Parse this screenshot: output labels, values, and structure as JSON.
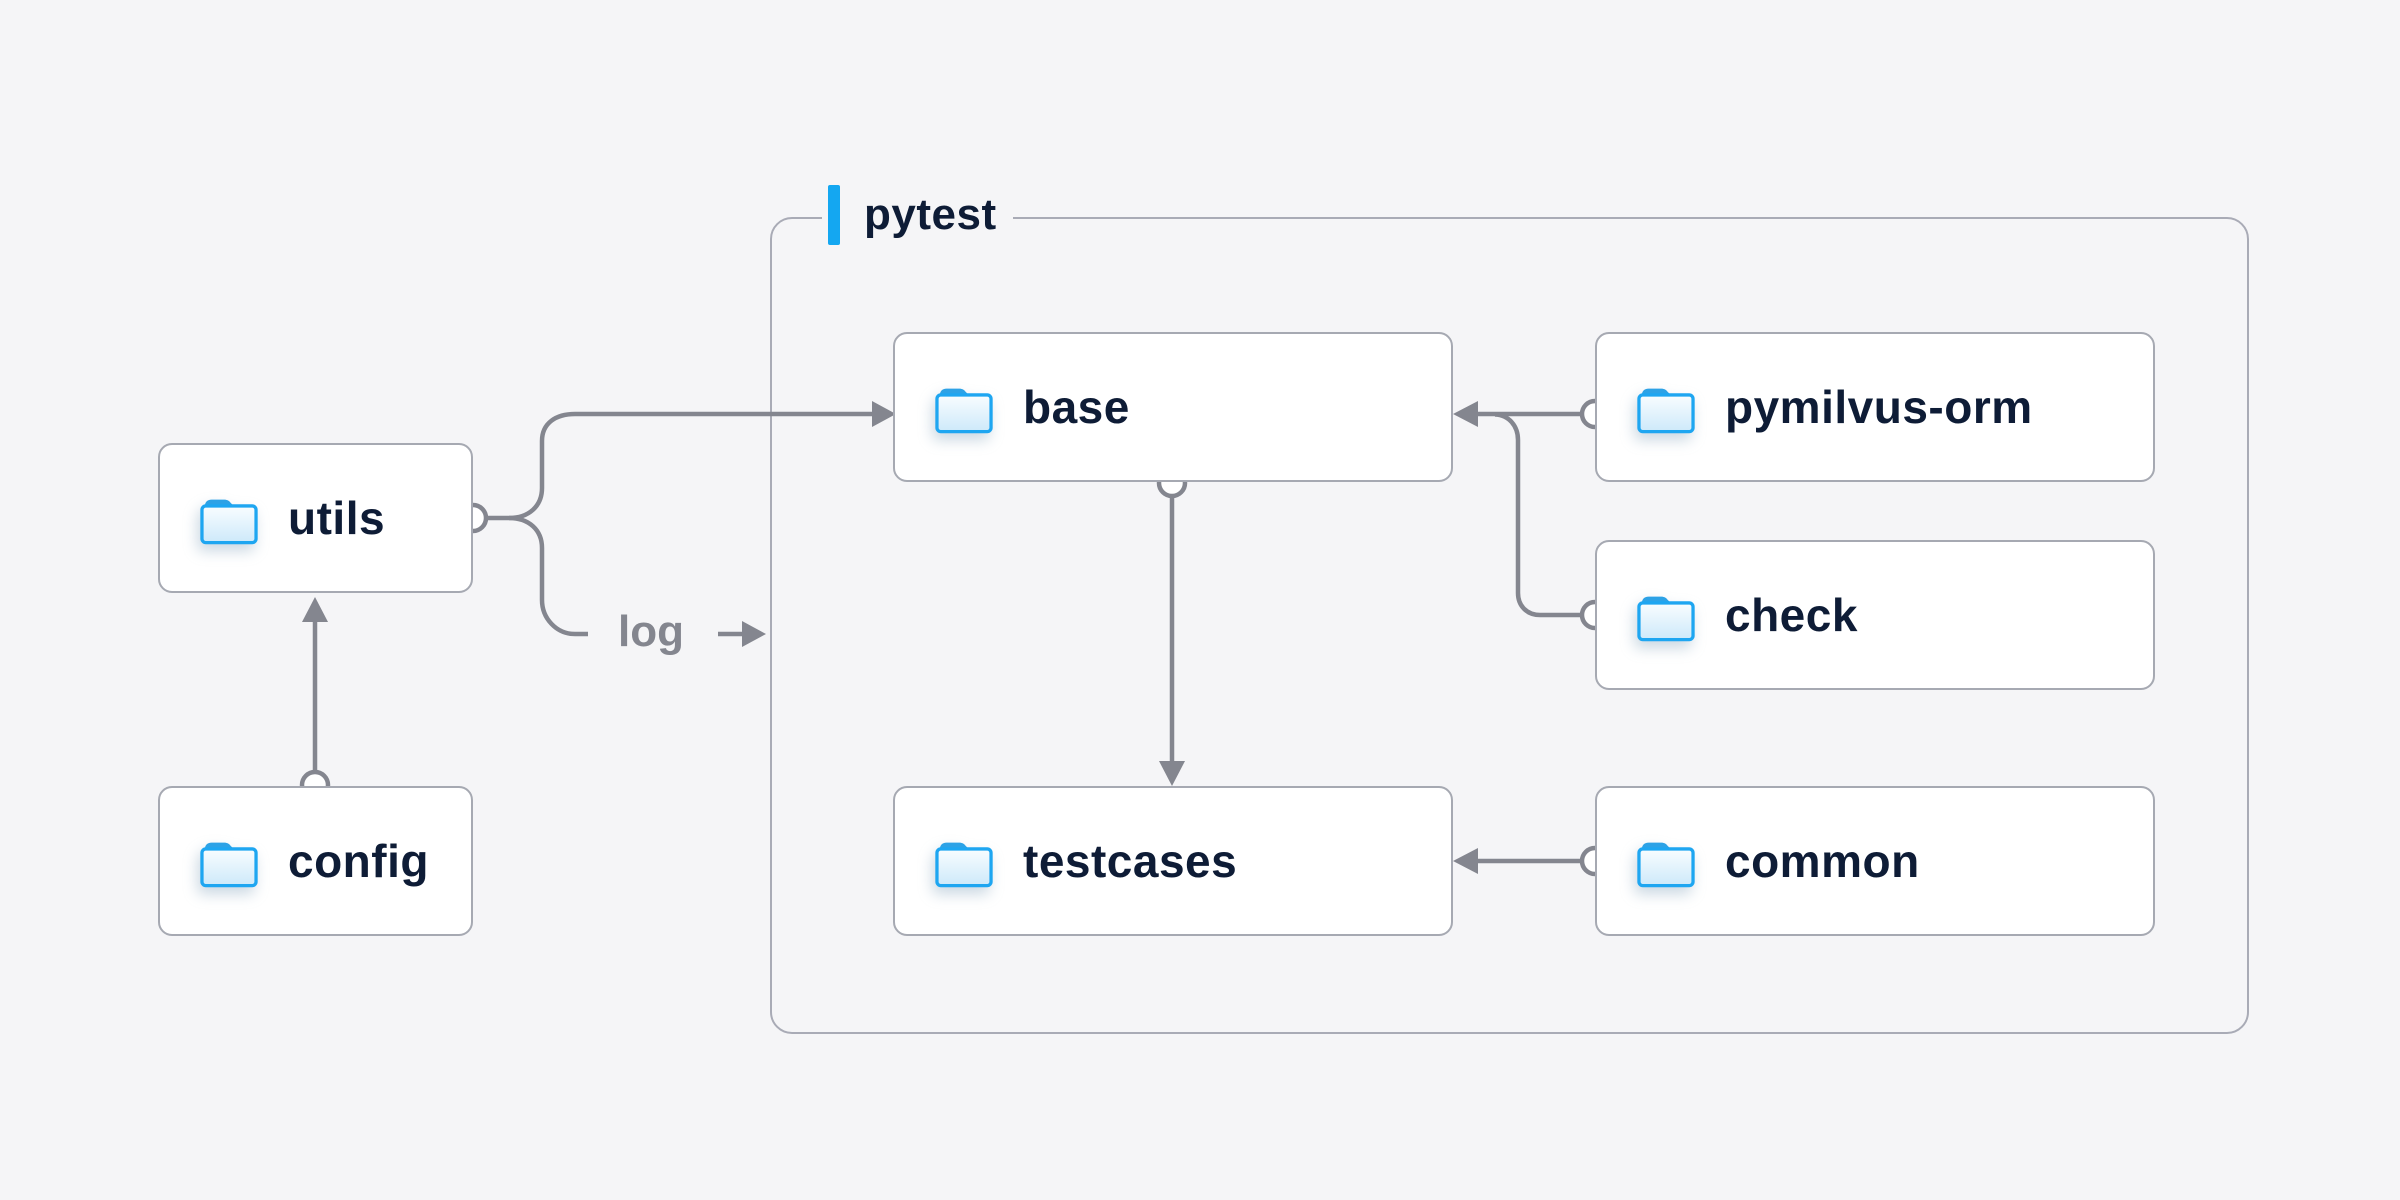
{
  "diagram": {
    "title_area": {
      "container_label": "pytest"
    },
    "nodes": [
      {
        "id": "utils",
        "label": "utils",
        "icon": "folder-icon",
        "inside_pytest": false
      },
      {
        "id": "config",
        "label": "config",
        "icon": "folder-icon",
        "inside_pytest": false
      },
      {
        "id": "base",
        "label": "base",
        "icon": "folder-icon",
        "inside_pytest": true
      },
      {
        "id": "pymilvus-orm",
        "label": "pymilvus-orm",
        "icon": "folder-icon",
        "inside_pytest": true
      },
      {
        "id": "check",
        "label": "check",
        "icon": "folder-icon",
        "inside_pytest": true
      },
      {
        "id": "testcases",
        "label": "testcases",
        "icon": "folder-icon",
        "inside_pytest": true
      },
      {
        "id": "common",
        "label": "common",
        "icon": "folder-icon",
        "inside_pytest": true
      }
    ],
    "edges": [
      {
        "from": "utils",
        "to": "base",
        "label": ""
      },
      {
        "from": "utils",
        "to": "pytest",
        "label": "log"
      },
      {
        "from": "config",
        "to": "utils",
        "label": ""
      },
      {
        "from": "pymilvus-orm",
        "to": "base",
        "label": ""
      },
      {
        "from": "check",
        "to": "base",
        "label": ""
      },
      {
        "from": "base",
        "to": "testcases",
        "label": ""
      },
      {
        "from": "common",
        "to": "testcases",
        "label": ""
      }
    ],
    "colors": {
      "background": "#f5f5f7",
      "node_fill": "#ffffff",
      "node_border": "#a6a9b2",
      "container_border": "#a9abb6",
      "wire": "#84868f",
      "text": "#0e1c36",
      "accent_bar": "#14a7f1",
      "folder_stroke": "#1ea6f1",
      "folder_tab": "#2da2e6",
      "folder_fill_top": "#f7fcff",
      "folder_fill_bottom": "#cde9fa"
    }
  }
}
